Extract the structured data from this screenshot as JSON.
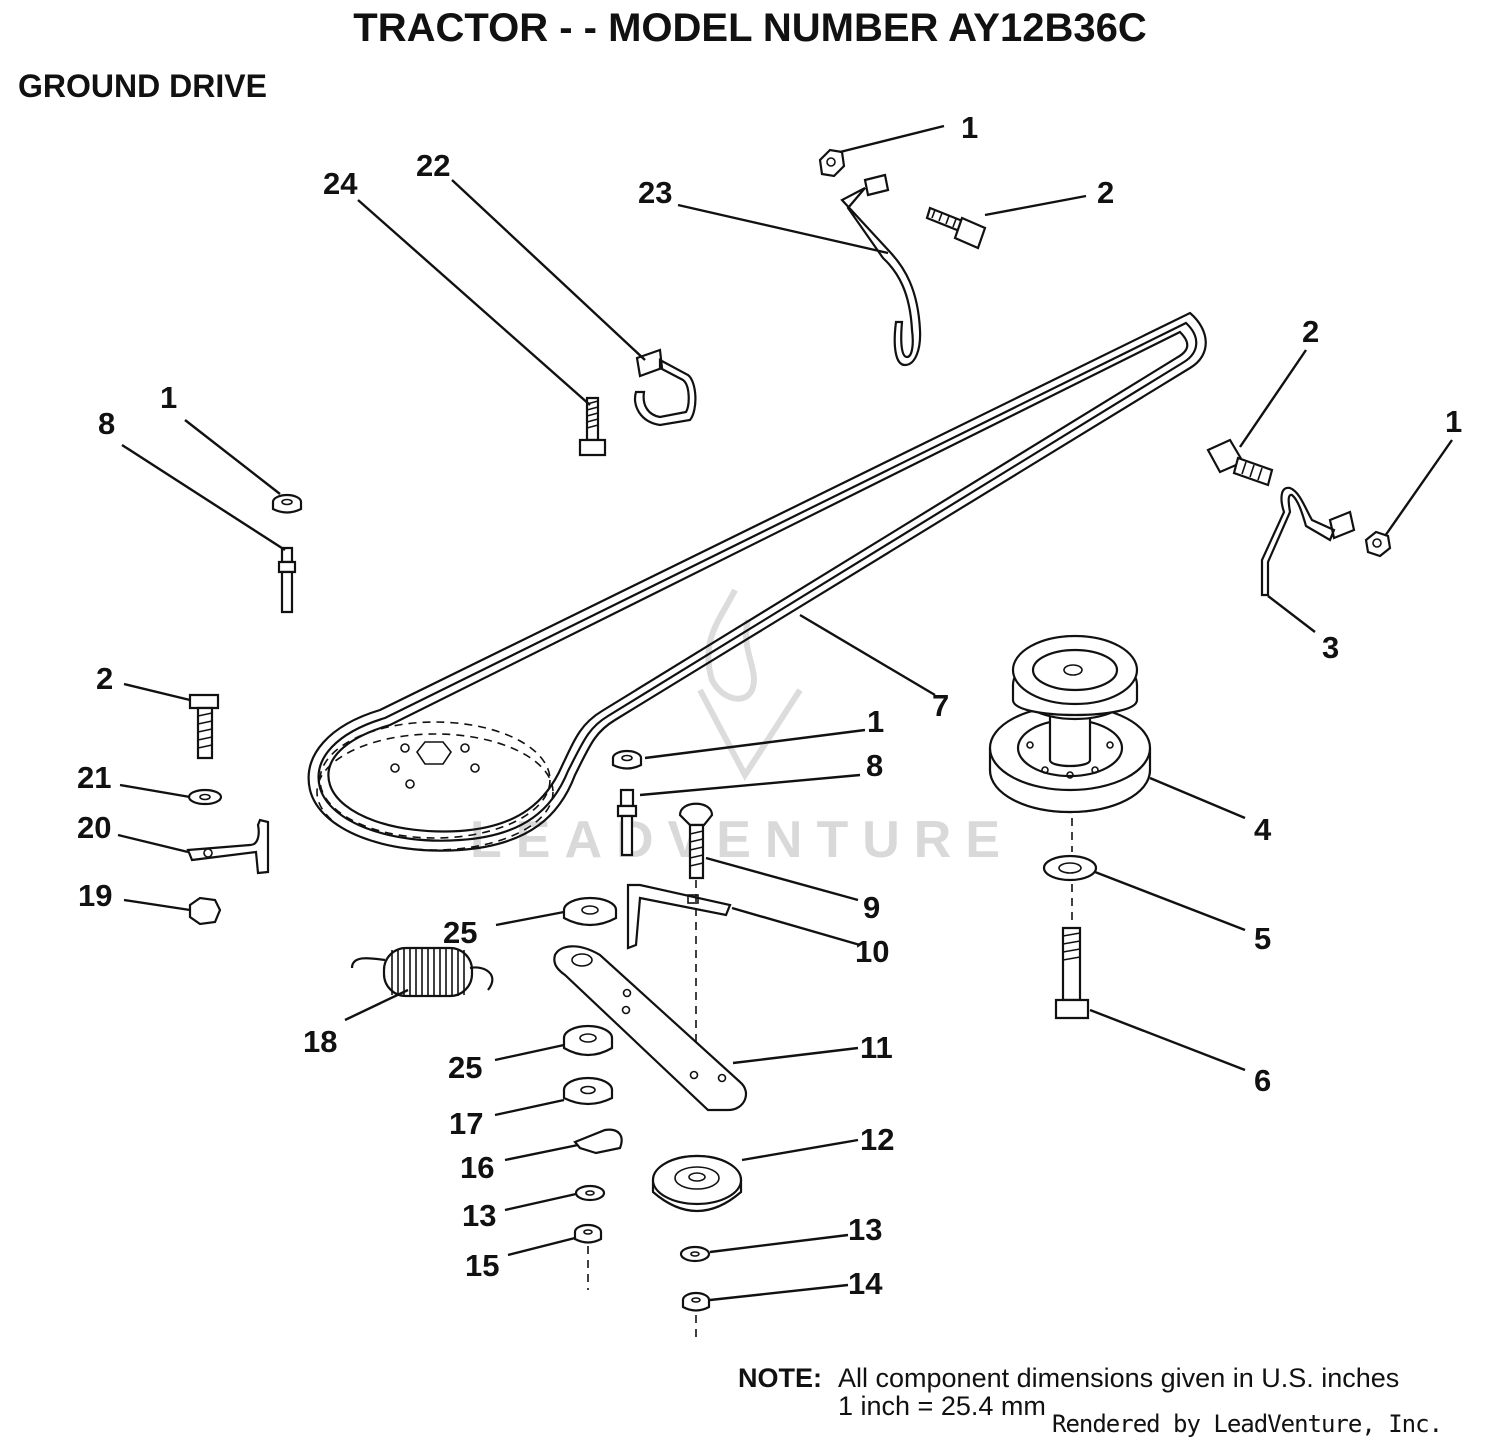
{
  "title": "TRACTOR - - MODEL NUMBER AY12B36C",
  "subtitle": "GROUND DRIVE",
  "watermark": "LEADVENTURE",
  "callouts": {
    "c1a": "1",
    "c2a": "2",
    "c23": "23",
    "c22": "22",
    "c24": "24",
    "c2b": "2",
    "c1b": "1",
    "c3": "3",
    "c1c": "1",
    "c8a": "8",
    "c7": "7",
    "c4": "4",
    "c2c": "2",
    "c21": "21",
    "c20": "20",
    "c19": "19",
    "c1d": "1",
    "c8b": "8",
    "c9": "9",
    "c10": "10",
    "c25a": "25",
    "c18": "18",
    "c5": "5",
    "c6": "6",
    "c11": "11",
    "c25b": "25",
    "c17": "17",
    "c16": "16",
    "c12": "12",
    "c13a": "13",
    "c13b": "13",
    "c15": "15",
    "c14": "14"
  },
  "note": {
    "label": "NOTE:",
    "line1": "All component dimensions given in U.S. inches",
    "line2": "1 inch = 25.4 mm"
  },
  "credit": "Rendered by LeadVenture, Inc."
}
